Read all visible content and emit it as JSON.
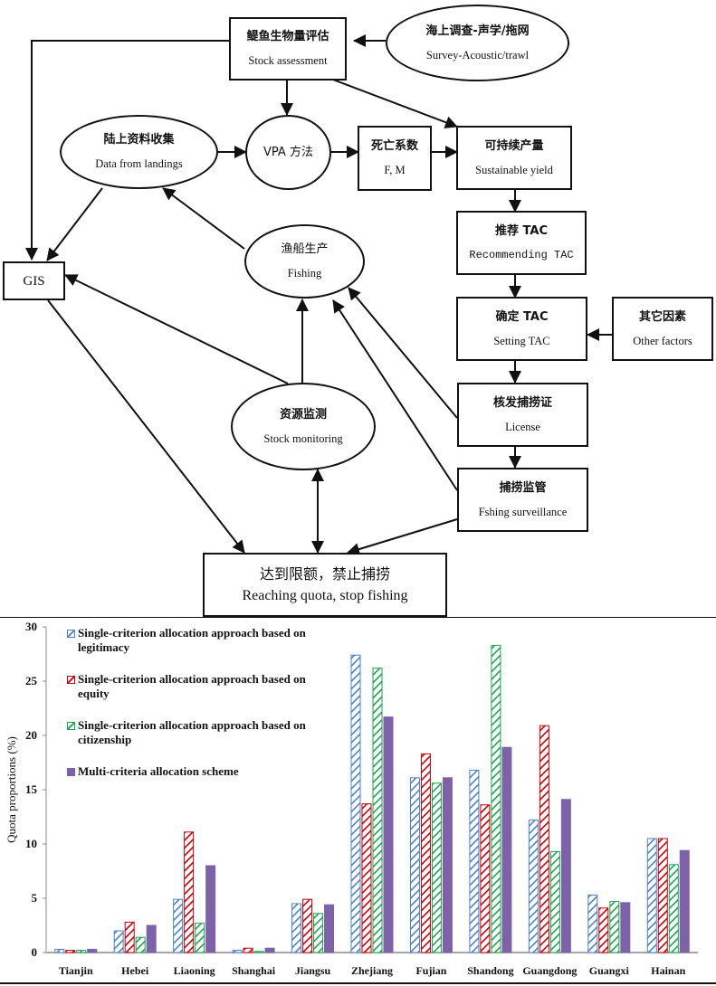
{
  "flowchart": {
    "nodes": {
      "stock_assessment": {
        "zh": "鳀鱼生物量评估",
        "en": "Stock assessment"
      },
      "survey": {
        "zh": "海上调查-声学/拖网",
        "en": "Survey-Acoustic/trawl"
      },
      "landings": {
        "zh": "陆上资料收集",
        "en": "Data from landings"
      },
      "vpa": {
        "zh": "VPA 方法"
      },
      "mortality": {
        "zh": "死亡系数",
        "en": "F, M"
      },
      "sustainable_yield": {
        "zh": "可持续产量",
        "en": "Sustainable yield"
      },
      "recommending_tac": {
        "zh": "推荐 TAC",
        "en": "Recommending TAC"
      },
      "setting_tac": {
        "zh": "确定 TAC",
        "en": "Setting TAC"
      },
      "other_factors": {
        "zh": "其它因素",
        "en": "Other factors"
      },
      "license": {
        "zh": "核发捕捞证",
        "en": "License"
      },
      "surveillance": {
        "zh": "捕捞监管",
        "en": "Fshing surveillance"
      },
      "fishing": {
        "zh": "渔船生产",
        "en": "Fishing"
      },
      "stock_monitoring": {
        "zh": "资源监测",
        "en": "Stock monitoring"
      },
      "gis": {
        "en": "GIS"
      },
      "stop_fishing": {
        "zh": "达到限额，禁止捕捞",
        "en": "Reaching quota, stop fishing"
      }
    }
  },
  "chart_data": {
    "type": "bar",
    "title": "",
    "xlabel": "",
    "ylabel": "Quota proportions (%)",
    "ylim": [
      0,
      30
    ],
    "yticks": [
      0,
      5,
      10,
      15,
      20,
      25,
      30
    ],
    "grid": false,
    "legend_position": "top-left",
    "categories": [
      "Tianjin",
      "Hebei",
      "Liaoning",
      "Shanghai",
      "Jiangsu",
      "Zhejiang",
      "Fujian",
      "Shandong",
      "Guangdong",
      "Guangxi",
      "Hainan"
    ],
    "series": [
      {
        "name": "Single-criterion allocation approach based on legitimacy",
        "color": "#4f81bd",
        "pattern": "hatched",
        "values": [
          0.3,
          2.0,
          4.9,
          0.2,
          4.5,
          27.4,
          16.1,
          16.8,
          12.2,
          5.3,
          10.5
        ]
      },
      {
        "name": "Single-criterion allocation approach based on equity",
        "color": "#c0000b",
        "pattern": "hatched",
        "values": [
          0.2,
          2.8,
          11.1,
          0.4,
          4.9,
          13.7,
          18.3,
          13.6,
          20.9,
          4.1,
          10.5
        ]
      },
      {
        "name": "Single-criterion allocation approach based on citizenship",
        "color": "#1fa050",
        "pattern": "hatched",
        "values": [
          0.2,
          1.4,
          2.7,
          0.1,
          3.6,
          26.2,
          15.6,
          28.3,
          9.3,
          4.7,
          8.1
        ]
      },
      {
        "name": "Multi-criteria allocation scheme",
        "color": "#7e62a8",
        "pattern": "solid",
        "values": [
          0.3,
          2.5,
          8.0,
          0.4,
          4.4,
          21.7,
          16.1,
          18.9,
          14.1,
          4.6,
          9.4
        ]
      }
    ],
    "legend_lines": [
      [
        "Single-criterion allocation approach based on",
        "legitimacy"
      ],
      [
        "Single-criterion allocation approach based on",
        "equity"
      ],
      [
        "Single-criterion allocation approach based on",
        "citizenship"
      ],
      [
        "Multi-criteria allocation scheme"
      ]
    ]
  }
}
